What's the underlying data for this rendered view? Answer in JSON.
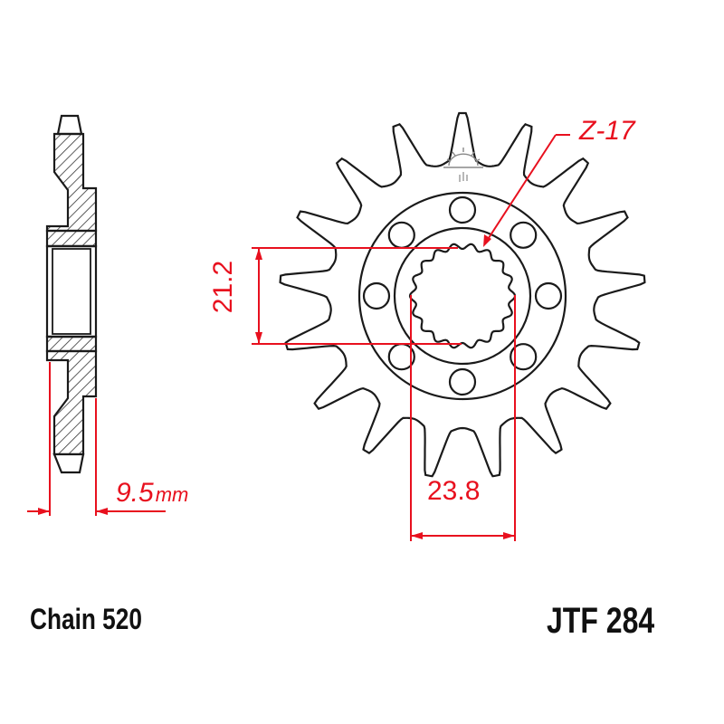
{
  "diagram": {
    "type": "technical-drawing",
    "subject": "front sprocket",
    "tooth_count_label": "Z-17",
    "teeth": 17,
    "dimensions": {
      "spline_diameter": "21.2",
      "spline_width": "23.8",
      "thickness_value": "9.5",
      "thickness_unit": "mm"
    },
    "footer": {
      "chain_label": "Chain 520",
      "part_number": "JTF 284"
    },
    "bolt_holes": 8,
    "colors": {
      "outline": "#1a1a1a",
      "dimension": "#e8101e",
      "hatch": "#333333",
      "logo": "#888888"
    }
  }
}
